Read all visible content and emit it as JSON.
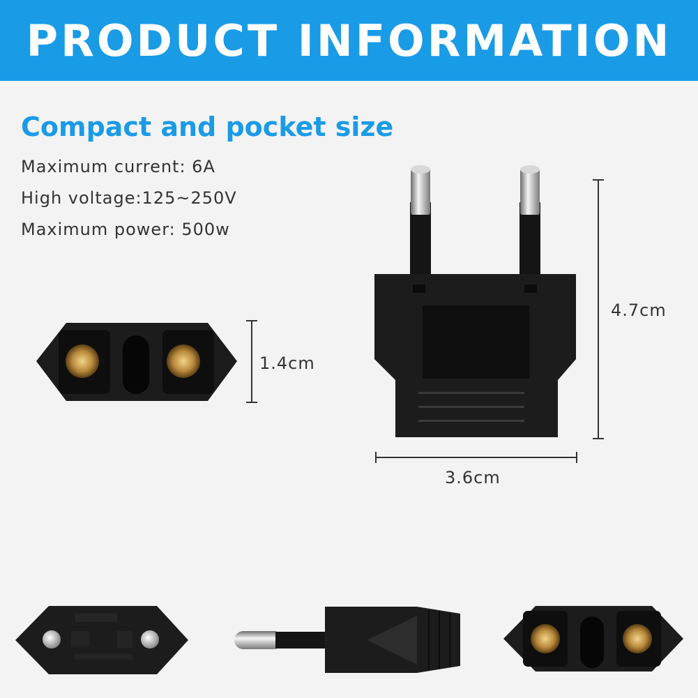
{
  "header": {
    "title": "PRODUCT INFORMATION"
  },
  "section": {
    "subtitle": "Compact and pocket size",
    "specs": [
      "Maximum current: 6A",
      "High voltage:125~250V",
      "Maximum power: 500w"
    ]
  },
  "dimensions": {
    "depth": "1.4cm",
    "height": "4.7cm",
    "width": "3.6cm"
  },
  "colors": {
    "accent": "#1a9be6",
    "background": "#f3f3f3",
    "plug_body": "#1c1c1c",
    "text": "#333333"
  }
}
